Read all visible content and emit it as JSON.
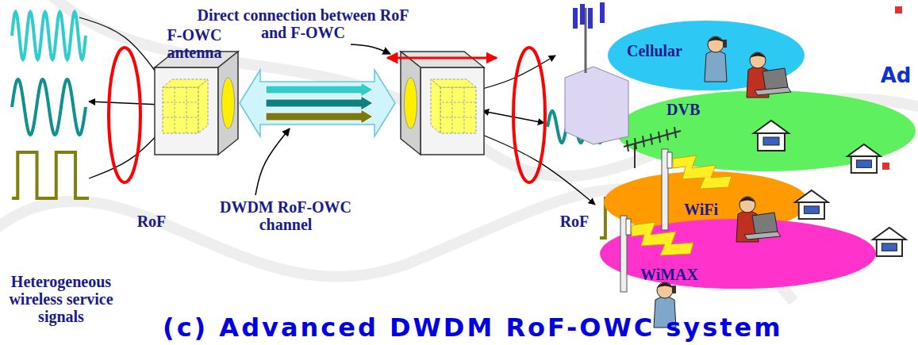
{
  "diagram": {
    "caption": "(c) Advanced DWDM RoF-OWC system",
    "nodes": [
      {
        "text": [
          "Cellular"
        ]
      },
      {
        "text": [
          "DVB"
        ]
      },
      {
        "text": [
          "WiFi"
        ]
      },
      {
        "text": [
          "WiMAX"
        ]
      }
    ],
    "labels": [
      "F-OWC antenna",
      "Direct connection between RoF and F-OWC",
      "DWDM RoF-OWC channel",
      "RoF",
      "RoF",
      "Heterogeneous wireless service signals",
      "Ad"
    ]
  }
}
